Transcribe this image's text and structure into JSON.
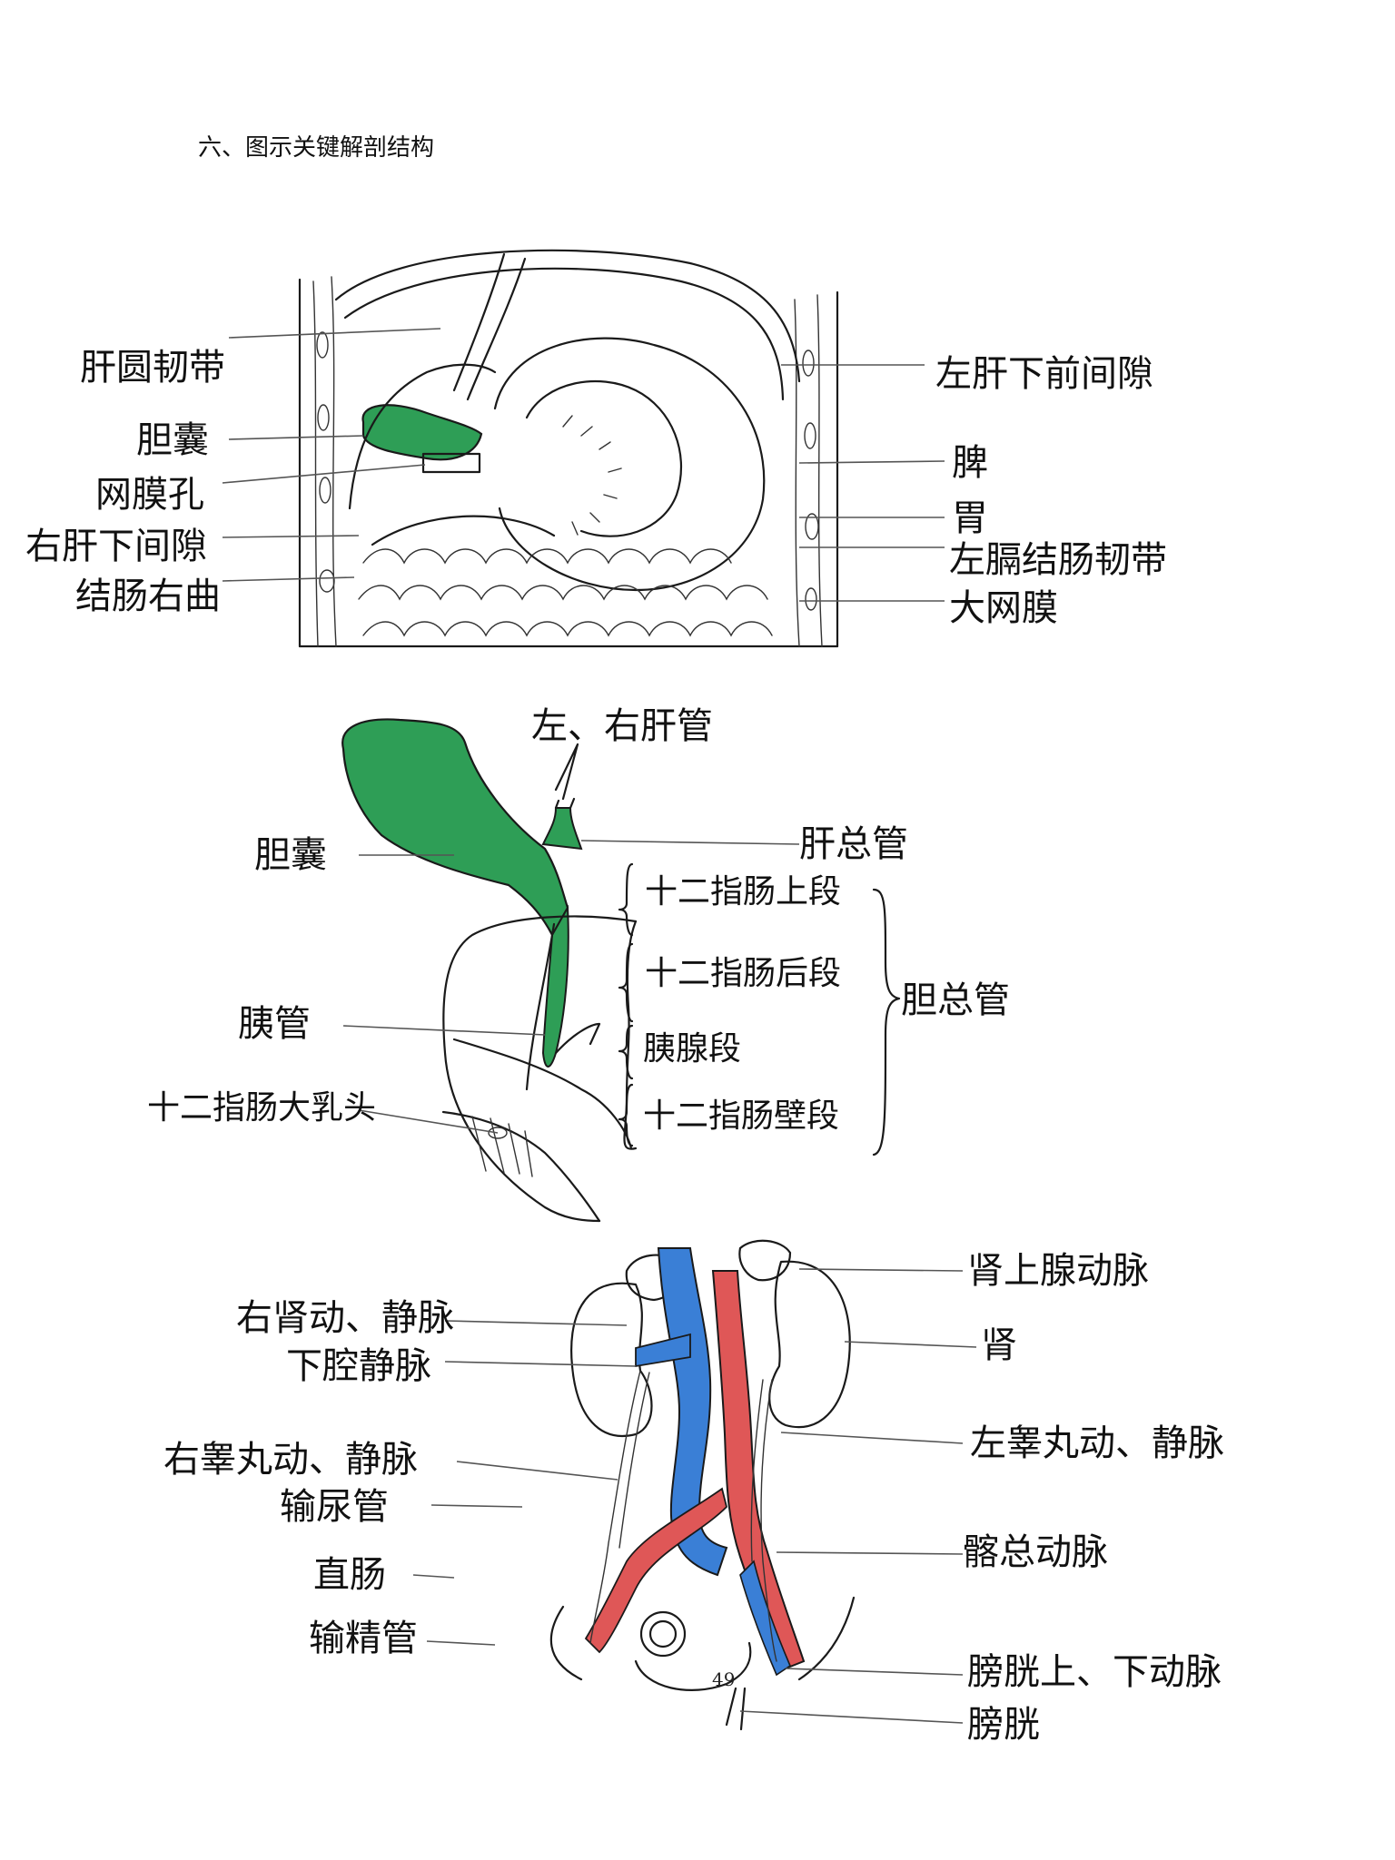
{
  "heading": "六、图示关键解剖结构",
  "page_number": "49",
  "colors": {
    "gallbladder_green": "#2e9e56",
    "vein_blue": "#3a7fd6",
    "artery_red": "#df5757",
    "ink": "#1a1a1a"
  },
  "figure1": {
    "labels_left": [
      "肝圆韧带",
      "胆囊",
      "网膜孔",
      "右肝下间隙",
      "结肠右曲"
    ],
    "labels_right": [
      "左肝下前间隙",
      "脾",
      "胃",
      "左膈结肠韧带",
      "大网膜"
    ]
  },
  "figure2": {
    "top_label": "左、右肝管",
    "gallbladder": "胆囊",
    "common_hepatic_duct": "肝总管",
    "pancreatic_duct": "胰管",
    "major_papilla": "十二指肠大乳头",
    "segments": [
      "十二指肠上段",
      "十二指肠后段",
      "胰腺段",
      "十二指肠壁段"
    ],
    "common_bile_duct": "胆总管"
  },
  "figure3": {
    "labels_left": [
      "右肾动、静脉",
      "下腔静脉",
      "右睾丸动、静脉",
      "输尿管",
      "直肠",
      "输精管"
    ],
    "labels_right": [
      "肾上腺动脉",
      "肾",
      "左睾丸动、静脉",
      "髂总动脉",
      "膀胱上、下动脉",
      "膀胱"
    ]
  }
}
